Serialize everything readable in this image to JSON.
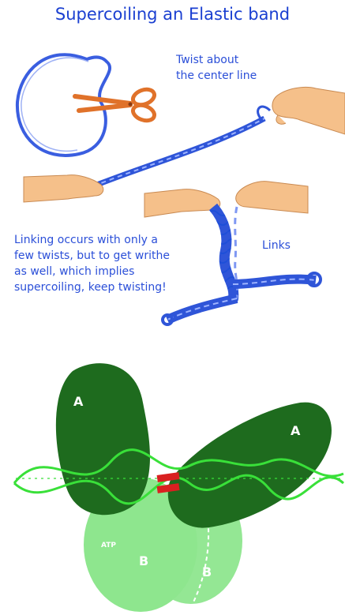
{
  "title": "Supercoiling an Elastic band",
  "captions": {
    "twist": [
      "Twist about",
      "the center line"
    ],
    "links": "Links",
    "linking": [
      "Linking occurs with only a",
      "few twists, but to get writhe",
      "as well, which implies",
      "supercoiling, keep twisting!"
    ]
  },
  "enzyme_labels": {
    "a_left": "A",
    "a_right": "A",
    "b_left": "B",
    "b_right": "B",
    "atp": "ATP"
  },
  "colors": {
    "title": "#1a3fd1",
    "band": "#3a5ee0",
    "scissors": "#e0722a",
    "skin": "#f5c08a",
    "domain_a": "#1e6b1e",
    "domain_b": "#8ee68e",
    "dna": "#39e039",
    "atp_site": "#d92020"
  },
  "icons": [
    "scissors-icon",
    "hand-icon"
  ]
}
